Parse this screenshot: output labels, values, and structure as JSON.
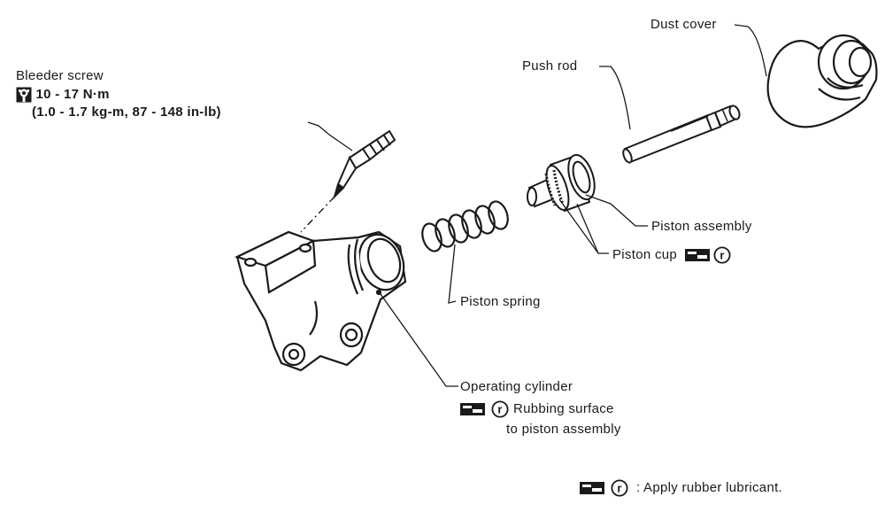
{
  "labels": {
    "dust_cover": "Dust cover",
    "push_rod": "Push rod",
    "bleeder_screw": "Bleeder screw",
    "torque_nm": "10 - 17 N·m",
    "torque_alt": "(1.0 - 1.7 kg-m, 87 - 148 in-lb)",
    "piston_assembly": "Piston assembly",
    "piston_cup": "Piston cup",
    "piston_spring": "Piston spring",
    "operating_cylinder": "Operating cylinder",
    "rubbing_surface_line1": "Rubbing surface",
    "rubbing_surface_line2": "to piston assembly",
    "legend_text": ": Apply rubber lubricant."
  },
  "icons": {
    "torque": "torque-wrench-icon",
    "lubricant": "rubber-lubricant-icon",
    "rubber_r": "circled-r-icon"
  },
  "colors": {
    "ink": "#1a1a1a",
    "background": "#ffffff"
  }
}
